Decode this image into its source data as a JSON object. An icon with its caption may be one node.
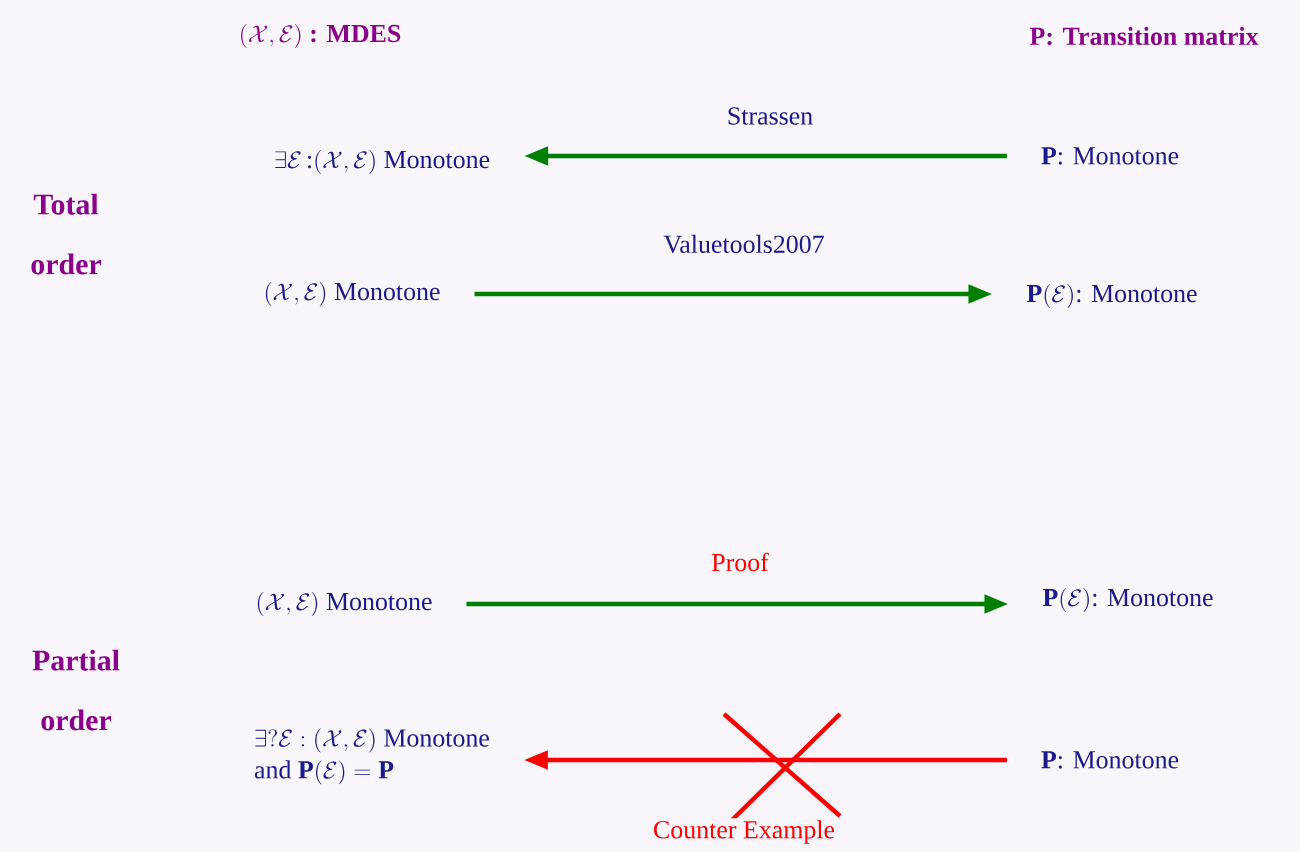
{
  "diagram": {
    "nodes": [
      {
        "text": [
          "\\exists\\mathcal{E}\\,\\mbox{:}(\\mathcal{X},\\mathcal{E})\\mbox{ Monotone}"
        ]
      },
      {
        "text": [
          "\\mathbf{P}\\mbox{: Monotone}"
        ]
      },
      {
        "text": [
          "(\\mathcal{X},\\mathcal{E})\\mbox{ Monotone}"
        ]
      },
      {
        "text": [
          "\\mathbf{P}(\\mathcal{E})\\mbox{: Monotone}"
        ]
      },
      {
        "text": [
          "(\\mathcal{X},\\mathcal{E})\\mbox{ Monotone}"
        ]
      },
      {
        "text": [
          "\\mathbf{P}(\\mathcal{E})\\mbox{: Monotone}"
        ]
      },
      {
        "text": [
          "\\begin{array}{@{}l@{}}\\exists ?\\mathcal{E} : (\\mathcal{X},\\mathcal{E})\\mbox{ Monotone}\\\\ \\mbox{and }\\mathbf{P}(\\mathcal{E})=\\mathbf{P}\\end{array}"
        ]
      },
      {
        "text": [
          "\\mathbf{P}\\mbox{: Monotone}"
        ]
      }
    ],
    "edges": [
      {
        "from": 1,
        "to": 0,
        "arrow": "to",
        "label": "Strassen"
      },
      {
        "from": 2,
        "to": 3,
        "arrow": "to",
        "label": "Valuetools2007"
      },
      {
        "from": 4,
        "to": 5,
        "arrow": "to",
        "label": "Proof"
      },
      {
        "from": 7,
        "to": 6,
        "arrow": "to",
        "label": "Counter Example",
        "color": "#ff0000"
      }
    ],
    "labels": [
      "(\\mathcal{X},\\mathcal{E})\\mbox{\\textbf{ : MDES}}",
      "\\mathbf{P}\\mbox{\\textbf{: Transition matrix}}",
      "Total order",
      "Partial order"
    ]
  }
}
